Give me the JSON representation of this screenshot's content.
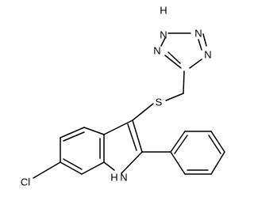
{
  "molecule": {
    "labels": {
      "tetrazole_nh": "H",
      "tetrazole_n1": "N",
      "tetrazole_n2": "N",
      "tetrazole_n3": "N",
      "tetrazole_n4": "N",
      "sulfur": "S",
      "chlorine": "Cl",
      "indole_n": "N",
      "indole_h": "H"
    }
  }
}
